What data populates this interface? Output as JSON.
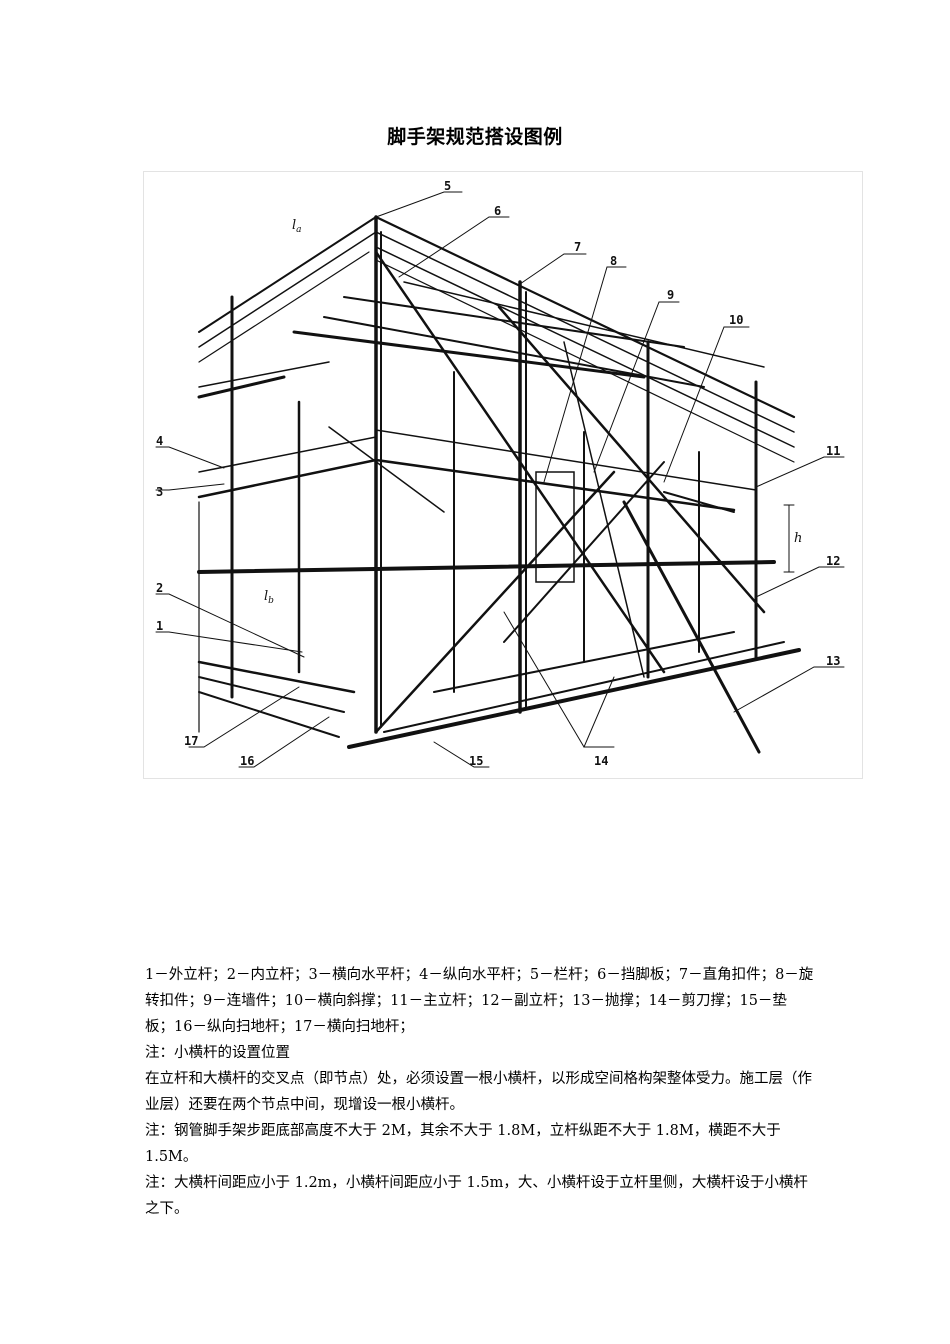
{
  "title": "脚手架规范搭设图例",
  "figure": {
    "callouts": [
      "1",
      "2",
      "3",
      "4",
      "5",
      "6",
      "7",
      "8",
      "9",
      "10",
      "11",
      "12",
      "13",
      "14",
      "15",
      "16",
      "17"
    ],
    "dimension_labels": {
      "la": "l",
      "la_sub": "a",
      "lb": "l",
      "lb_sub": "b",
      "h": "h"
    }
  },
  "notes": [
    "1－外立杆；2－内立杆；3－横向水平杆；4－纵向水平杆；5－栏杆；6－挡脚板；7－直角扣件；8－旋转扣件；9－连墙件；10－横向斜撑；11－主立杆；12－副立杆；13－抛撑；14－剪刀撑；15－垫板；16－纵向扫地杆；17－横向扫地杆；",
    "注：小横杆的设置位置",
    "在立杆和大横杆的交叉点（即节点）处，必须设置一根小横杆，以形成空间格构架整体受力。施工层（作业层）还要在两个节点中间，现增设一根小横杆。",
    "注：钢管脚手架步距底部高度不大于 2M，其余不大于 1.8M，立杆纵距不大于 1.8M，横距不大于 1.5M。",
    "注：大横杆间距应小于 1.2m，小横杆间距应小于 1.5m，大、小横杆设于立杆里侧，大横杆设于小横杆之下。"
  ]
}
